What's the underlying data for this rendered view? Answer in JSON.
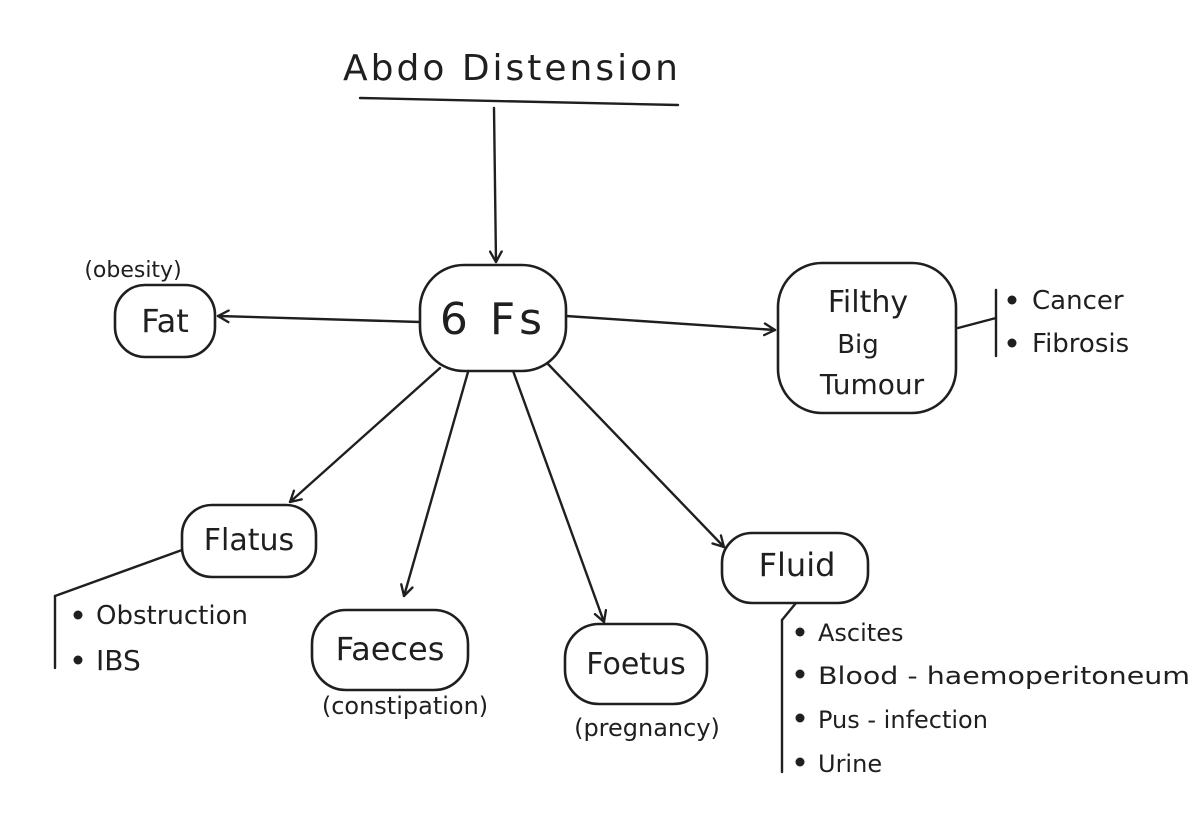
{
  "title": "Abdo Distension",
  "center": "6 Fs",
  "nodes": {
    "fat": {
      "label": "Fat",
      "note": "(obesity)"
    },
    "tumour": {
      "line1": "Filthy",
      "line2": "Big",
      "line3": "Tumour",
      "items": [
        "Cancer",
        "Fibrosis"
      ]
    },
    "flatus": {
      "label": "Flatus",
      "items": [
        "Obstruction",
        "IBS"
      ]
    },
    "faeces": {
      "label": "Faeces",
      "note": "(constipation)"
    },
    "foetus": {
      "label": "Foetus",
      "note": "(pregnancy)"
    },
    "fluid": {
      "label": "Fluid",
      "items": [
        "Ascites",
        "Blood - haemoperitoneum",
        "Pus - infection",
        "Urine"
      ]
    }
  },
  "colors": {
    "ink": "#1f1f1f",
    "paper": "#ffffff"
  }
}
